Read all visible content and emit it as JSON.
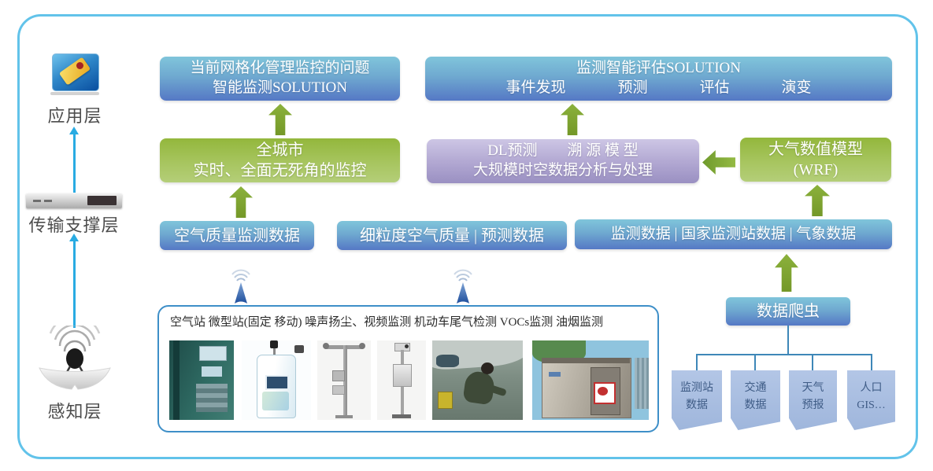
{
  "colors": {
    "frame_border": "#62C3EA",
    "blue_box_gradient_top": "#80C5DB",
    "blue_box_gradient_bottom": "#5578C5",
    "green_box_gradient_top": "#93B73C",
    "green_box_gradient_bottom": "#B4CE79",
    "purple_box_gradient_top": "#CDC6E5",
    "purple_box_gradient_bottom": "#9A90C2",
    "green_arrow": "#7FA634",
    "cyan_arrow": "#29ABE2",
    "source_box": "#A9BFE2"
  },
  "layers": {
    "application": "应用层",
    "transmission": "传输支撑层",
    "perception": "感知层"
  },
  "icons": {
    "application": "monitor-icon",
    "transmission": "server-icon",
    "perception": "satellite-dish-icon",
    "wireless": "antenna-icon"
  },
  "flow": {
    "problem_box": {
      "line1": "当前网格化管理监控的问题",
      "line2": "智能监测SOLUTION"
    },
    "city_box": {
      "line1": "全城市",
      "line2": "实时、全面无死角的监控"
    },
    "aq_box": "空气质量监测数据",
    "fine_aq_box": "细粒度空气质量 | 预测数据",
    "solution_box": {
      "line1": "监测智能评估SOLUTION",
      "items": [
        "事件发现",
        "预测",
        "评估",
        "演变"
      ]
    },
    "dl_box": {
      "line1": "DL预测　　溯 源 模 型",
      "line2": "大规模时空数据分析与处理"
    },
    "wrf_box": {
      "line1": "大气数值模型",
      "line2": "(WRF)"
    },
    "data_sources_box": "监测数据 | 国家监测站数据 | 气象数据",
    "crawler_box": "数据爬虫",
    "crawler_sources": [
      {
        "line1": "监测站",
        "line2": "数据"
      },
      {
        "line1": "交通",
        "line2": "数据"
      },
      {
        "line1": "天气",
        "line2": "预报"
      },
      {
        "line1": "人口",
        "line2": "GIS…"
      }
    ]
  },
  "sensors": {
    "title": "空气站 微型站(固定 移动) 噪声扬尘、视频监测 机动车尾气检测 VOCs监测 油烟监测",
    "photos": [
      "air-station-cabinet-photo",
      "micro-station-device-photo",
      "noise-dust-sensor-pole-photo",
      "video-monitor-pole-photo",
      "vehicle-exhaust-inspection-photo",
      "monitoring-shed-photo"
    ]
  }
}
